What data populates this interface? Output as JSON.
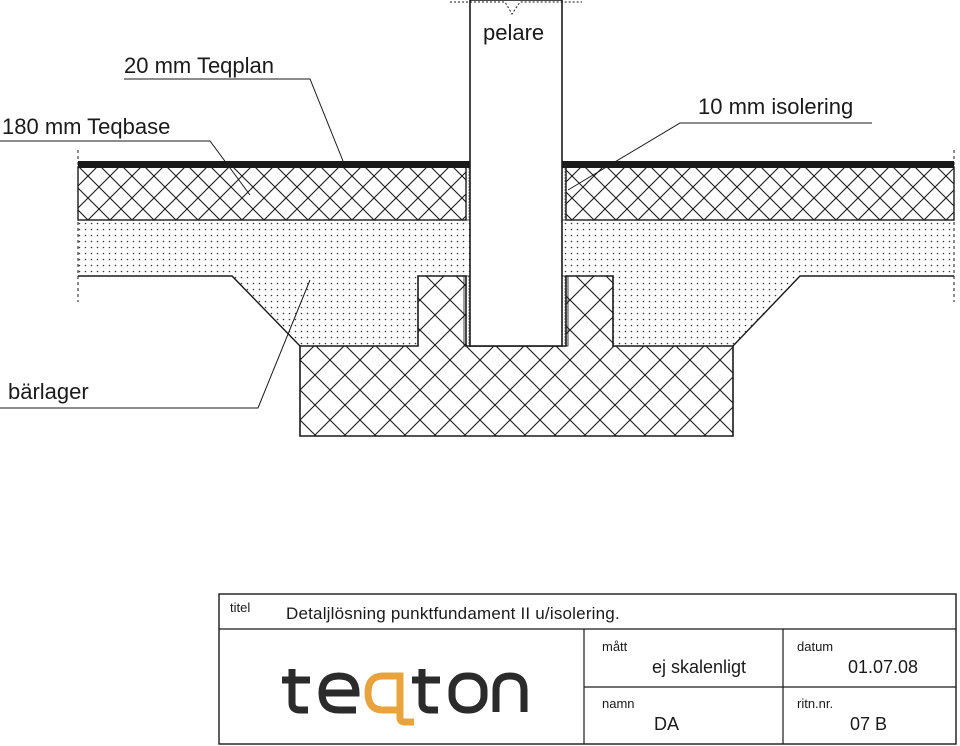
{
  "labels": {
    "teqplan": "20 mm Teqplan",
    "teqbase": "180 mm Teqbase",
    "pelare": "pelare",
    "isolering": "10 mm isolering",
    "barlager": "bärlager"
  },
  "title_block": {
    "titel_caption": "titel",
    "title": "Detaljlösning punktfundament II u/isolering.",
    "matt_caption": "mått",
    "matt_value": "ej skalenligt",
    "datum_caption": "datum",
    "datum_value": "01.07.08",
    "namn_caption": "namn",
    "namn_value": "DA",
    "ritnr_caption": "ritn.nr.",
    "ritnr_value": "07 B"
  },
  "logo": {
    "text": "teqton",
    "colors": {
      "main": "#2b2b2b",
      "accent": "#e8a33d"
    }
  }
}
